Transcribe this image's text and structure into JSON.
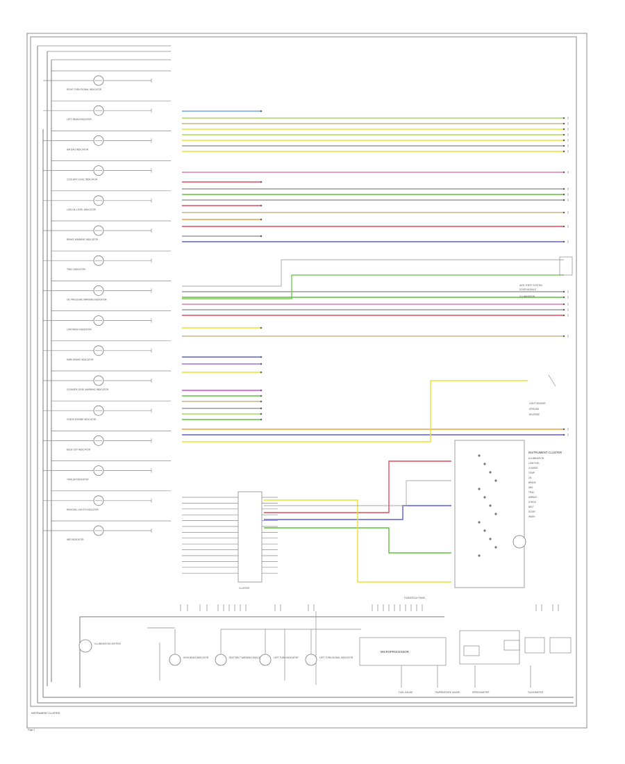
{
  "footer": {
    "cluster_label": "INSTRUMENT CLUSTER",
    "page_mark": "Page 1"
  },
  "indicators": [
    {
      "id": "rt-turn",
      "label": "RIGHT TURN SIGNAL INDICATOR"
    },
    {
      "id": "lt-beam",
      "label": "LEFT BEAM INDICATOR"
    },
    {
      "id": "airbag",
      "label": "AIR BAG INDICATOR"
    },
    {
      "id": "coolant",
      "label": "COOLANT LEVEL INDICATOR"
    },
    {
      "id": "low-oil",
      "label": "LOW OIL LEVEL INDICATOR"
    },
    {
      "id": "brake",
      "label": "BRAKE WARNING INDICATOR"
    },
    {
      "id": "trac",
      "label": "TRAC INDICATOR"
    },
    {
      "id": "oil-pres",
      "label": "OIL PRESSURE WARNING INDICATOR"
    },
    {
      "id": "low-wash",
      "label": "LOW WASH INDICATOR"
    },
    {
      "id": "park",
      "label": "PARK BRAKE INDICATOR"
    },
    {
      "id": "cleaner",
      "label": "CLEANER LEVEL WARNING INDICATOR"
    },
    {
      "id": "check",
      "label": "CHECK ENGINE INDICATOR"
    },
    {
      "id": "bulb",
      "label": "BULB OUT INDICATOR"
    },
    {
      "id": "trailer",
      "label": "TRAILER INDICATOR"
    },
    {
      "id": "removal",
      "label": "REMOVAL LIGHTS INDICATOR"
    },
    {
      "id": "abs",
      "label": "ABS INDICATOR"
    }
  ],
  "connector_labels": {
    "c1": "CLUSTER",
    "c2": "FUSE/RELAY PANEL",
    "microprocessor": "MICROPROCESSOR",
    "illum": "ILLUMINATION LIGHTING"
  },
  "bottom_blocks": [
    {
      "label": "FUEL GAUGE"
    },
    {
      "label": "TEMPERATURE GAUGE"
    },
    {
      "label": "SPEEDOMETER"
    },
    {
      "label": "TACHOMETER"
    }
  ],
  "bottom_lamps": [
    {
      "label": "HIGH BEAM INDICATOR"
    },
    {
      "label": "SEAT BELT WARNING INDICATOR"
    },
    {
      "label": "LEFT TURN INDICATOR"
    },
    {
      "label": "LEFT TURN SIGNAL INDICATOR"
    }
  ],
  "right_block": {
    "title": "INSTRUMENT CLUSTER",
    "items": [
      "ILLUMINATION",
      "LOW FUEL",
      "CHARGE",
      "TEMP",
      "OIL",
      "BRAKE",
      "ABS",
      "TRAC",
      "AIRBAG",
      "CHECK",
      "BELT",
      "DOOR",
      "WASH"
    ]
  },
  "right_notes": {
    "anti_theft": "ANTI-THEFT SYSTEM",
    "door_module": "DOOR MODULE",
    "light_sensor": "LIGHT SENSOR",
    "ground": "GROUND",
    "reverse": "REVERSE",
    "illum": "ILLUMINATION"
  },
  "colors": {
    "blue": "#5a5ae0",
    "green": "#5fbf3a",
    "yellow": "#e8e030",
    "red": "#e04a5a",
    "pink": "#e27aa8",
    "orange": "#e8a23a",
    "lightgreen": "#a8d85a",
    "tan": "#c9b48a",
    "gray": "#9a9a9a",
    "lightblue": "#6aa8e8",
    "magenta": "#d24ad2",
    "violet": "#a070e0"
  }
}
